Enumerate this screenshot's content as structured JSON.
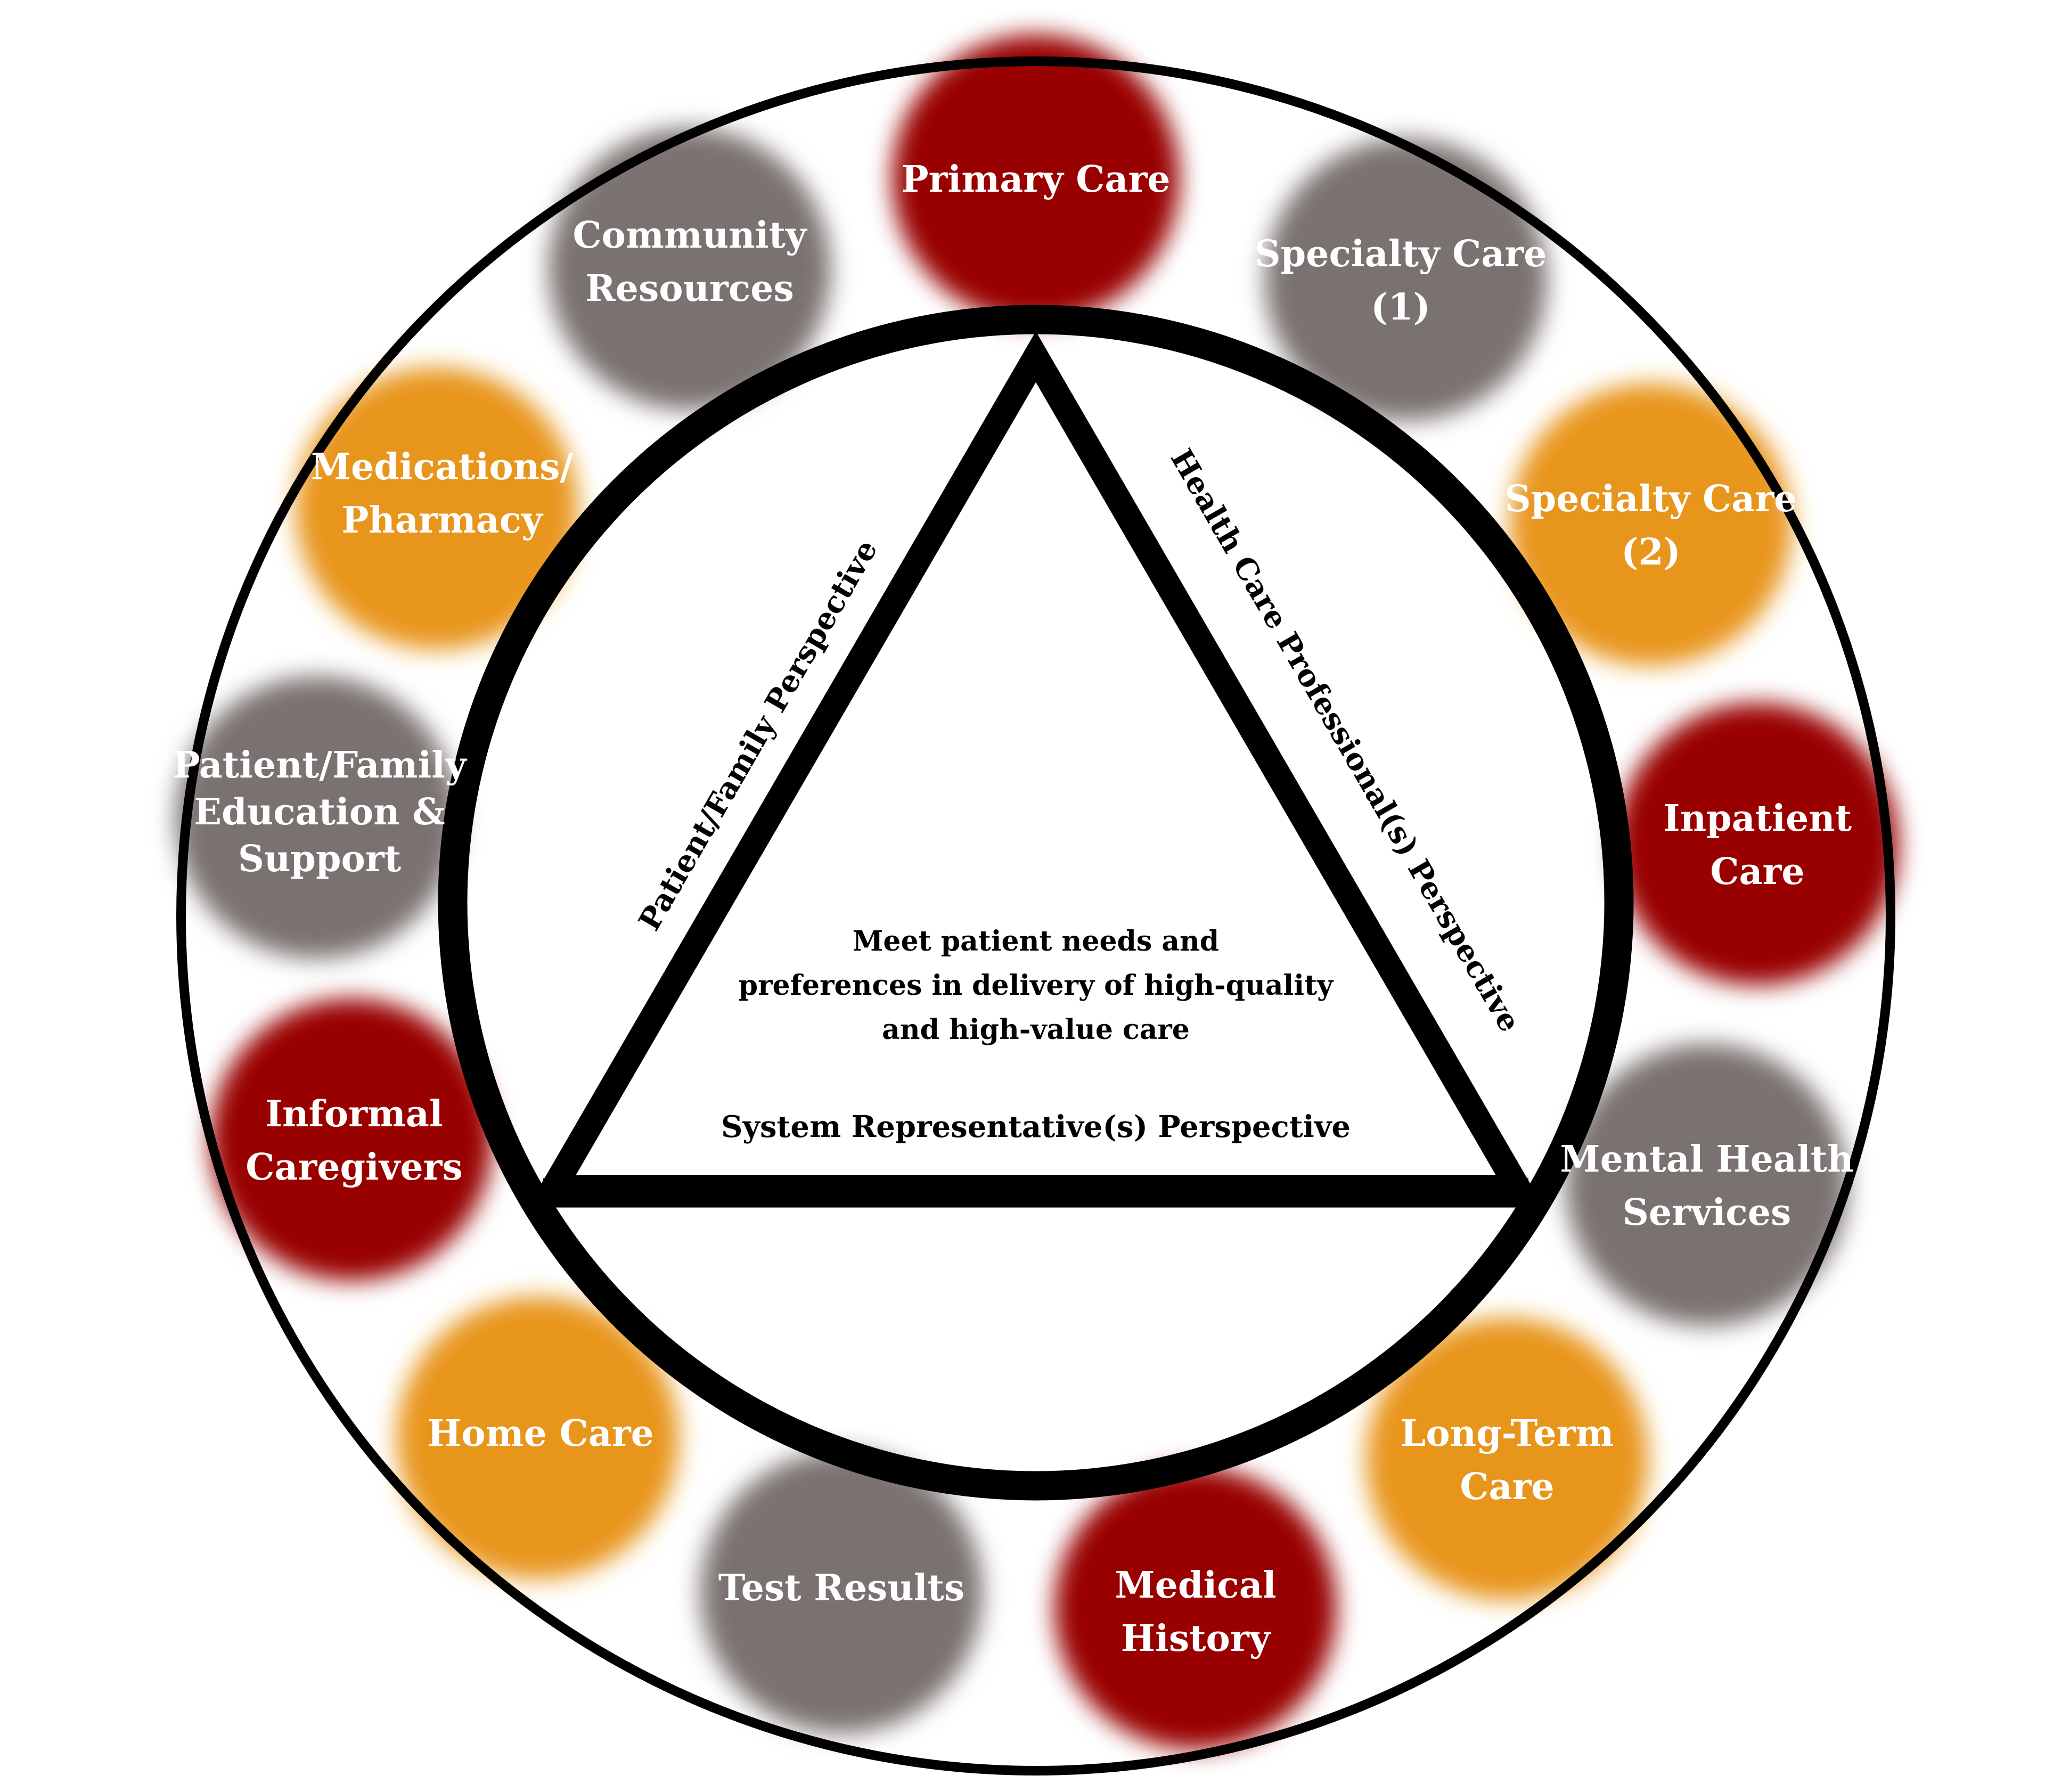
{
  "colors": {
    "red": "#990000",
    "orange": "#e8951f",
    "gray": "#7a7271",
    "outline": "#000000",
    "text_on_bubble": "#ffffff"
  },
  "bubbles": [
    {
      "id": "primary-care",
      "color": "red",
      "lines": [
        "Primary Care"
      ]
    },
    {
      "id": "specialty-care-1",
      "color": "gray",
      "lines": [
        "Specialty Care",
        "(1)"
      ]
    },
    {
      "id": "specialty-care-2",
      "color": "orange",
      "lines": [
        "Specialty Care",
        "(2)"
      ]
    },
    {
      "id": "inpatient-care",
      "color": "red",
      "lines": [
        "Inpatient",
        "Care"
      ]
    },
    {
      "id": "mental-health-services",
      "color": "gray",
      "lines": [
        "Mental Health",
        "Services"
      ]
    },
    {
      "id": "long-term-care",
      "color": "orange",
      "lines": [
        "Long-Term",
        "Care"
      ]
    },
    {
      "id": "medical-history",
      "color": "red",
      "lines": [
        "Medical",
        "History"
      ]
    },
    {
      "id": "test-results",
      "color": "gray",
      "lines": [
        "Test Results"
      ]
    },
    {
      "id": "home-care",
      "color": "orange",
      "lines": [
        "Home Care"
      ]
    },
    {
      "id": "informal-caregivers",
      "color": "red",
      "lines": [
        "Informal",
        "Caregivers"
      ]
    },
    {
      "id": "patient-family-education",
      "color": "gray",
      "lines": [
        "Patient/Family",
        "Education &",
        "Support"
      ]
    },
    {
      "id": "medications-pharmacy",
      "color": "orange",
      "lines": [
        "Medications/",
        "Pharmacy"
      ]
    },
    {
      "id": "community-resources",
      "color": "gray",
      "lines": [
        "Community",
        "Resources"
      ]
    }
  ],
  "perspectives": {
    "left": "Patient/Family Perspective",
    "right": "Health Care Professional(s) Perspective",
    "bottom": "System Representative(s) Perspective"
  },
  "center": {
    "lines": [
      "Meet patient needs and",
      "preferences in delivery of high-quality",
      "and high-value care"
    ]
  }
}
